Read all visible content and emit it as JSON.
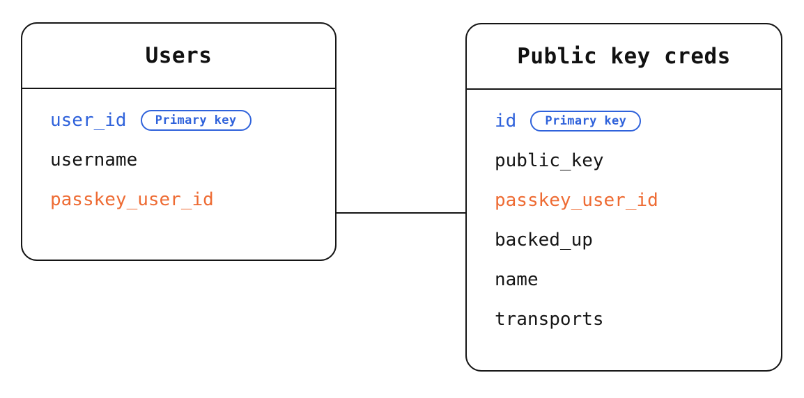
{
  "diagram": {
    "type": "entity-relationship",
    "background_color": "#ffffff",
    "line_color": "#151515",
    "colors": {
      "primary_key": "#2f62db",
      "foreign_key": "#ee6b33",
      "default_text": "#151515",
      "border": "#151515"
    },
    "entities": [
      {
        "id": "users",
        "title": "Users",
        "fields": [
          {
            "name": "user_id",
            "role": "primary_key",
            "badge": "Primary key"
          },
          {
            "name": "username",
            "role": "plain",
            "badge": null
          },
          {
            "name": "passkey_user_id",
            "role": "foreign_key",
            "badge": null
          }
        ]
      },
      {
        "id": "public-key-creds",
        "title": "Public key creds",
        "fields": [
          {
            "name": "id",
            "role": "primary_key",
            "badge": "Primary key"
          },
          {
            "name": "public_key",
            "role": "plain",
            "badge": null
          },
          {
            "name": "passkey_user_id",
            "role": "foreign_key",
            "badge": null
          },
          {
            "name": "backed_up",
            "role": "plain",
            "badge": null
          },
          {
            "name": "name",
            "role": "plain",
            "badge": null
          },
          {
            "name": "transports",
            "role": "plain",
            "badge": null
          }
        ]
      }
    ],
    "relationships": [
      {
        "id": "users-to-creds",
        "from_entity": "users",
        "from_field": "passkey_user_id",
        "to_entity": "public-key-creds",
        "to_field": "passkey_user_id"
      }
    ]
  }
}
